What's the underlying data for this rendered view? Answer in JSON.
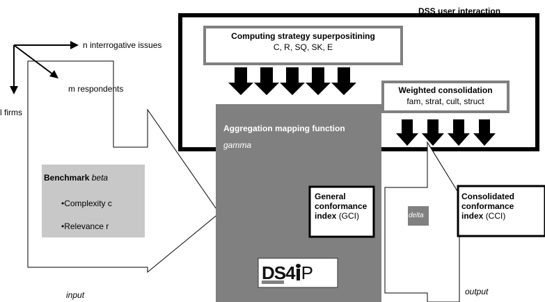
{
  "dss_title": "DSS user interaction",
  "axes": {
    "x_label": "n interrogative  issues",
    "y_label": "l firms",
    "z_label": "m respondents"
  },
  "strategy": {
    "title": "Computing strategy superpositining",
    "items": "C, R, SQ, SK, E"
  },
  "weighted": {
    "title": "Weighted consolidation",
    "items": "fam, strat, cult, struct"
  },
  "aggregation": {
    "title": "Aggregation mapping function",
    "symbol": "gamma"
  },
  "benchmark": {
    "title": "Benchmark",
    "symbol": "beta",
    "items": [
      "•Complexity c",
      "•Relevance  r"
    ]
  },
  "gci": {
    "lines": [
      "General",
      "conformance",
      "index"
    ],
    "abbr": "(GCI)"
  },
  "cci": {
    "lines": [
      "Consolidated",
      "conformance",
      "index"
    ],
    "abbr": "(CCI)"
  },
  "delta": "delta",
  "input_label": "input",
  "output_label": "output",
  "logo": {
    "text_left": "DS4",
    "text_right": "P"
  },
  "colors": {
    "aggregation_fill": "#808080",
    "benchmark_fill": "#c8c8c8",
    "box_border": "#808080",
    "frame": "#000000"
  }
}
